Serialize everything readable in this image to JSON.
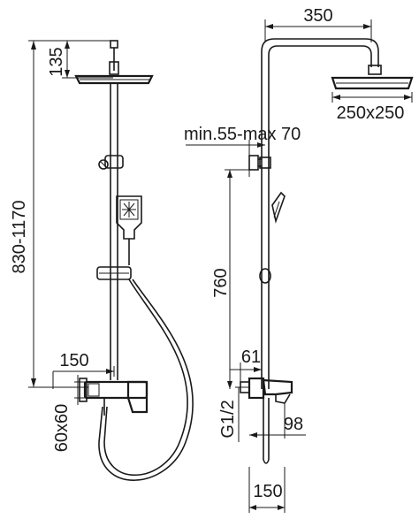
{
  "dimensions": {
    "head_height": "135",
    "total_height": "830-1170",
    "mixer_offset": "150",
    "mixer_size": "60x60",
    "arm_length": "350",
    "head_size": "250x250",
    "wall_bracket": "min.55-max 70",
    "bracket_height": "760",
    "mixer_depth": "61",
    "connection": "G1/2",
    "spout_projection": "98",
    "spacing": "150"
  }
}
